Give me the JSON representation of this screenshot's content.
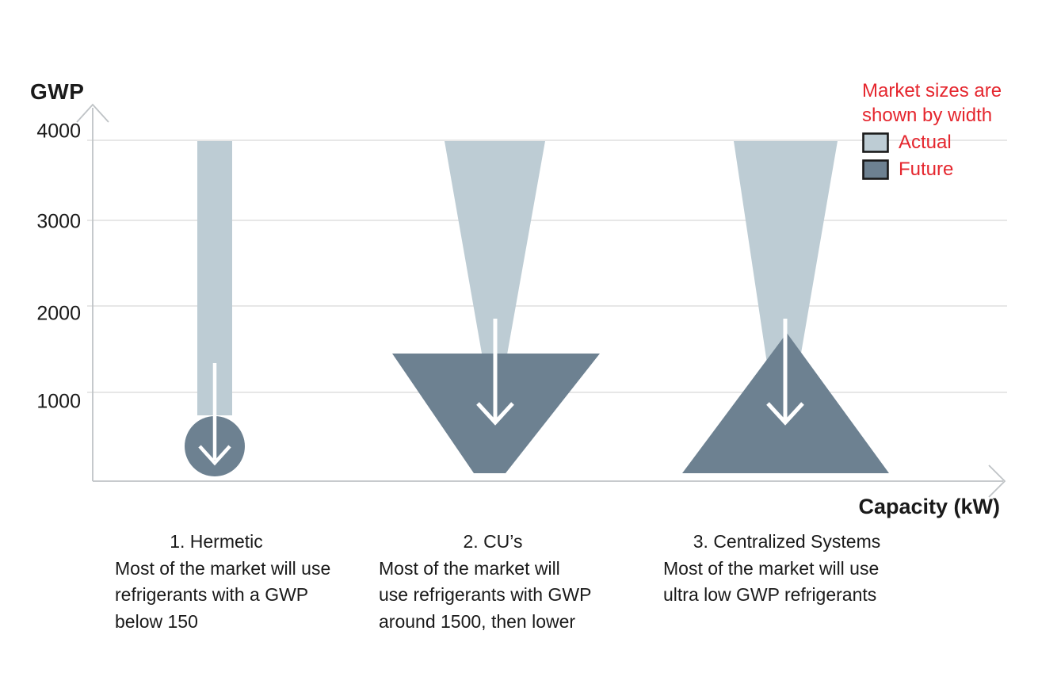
{
  "colors": {
    "actual": "#bdccd4",
    "future": "#6d8191",
    "arrow": "#ffffff",
    "legend_red": "#e5262e",
    "grid": "#dfdfdf",
    "axis": "#bfc3c6",
    "text": "#1a1a1a",
    "swatch_border": "#1a1a1a"
  },
  "axes": {
    "y_title": "GWP",
    "x_title": "Capacity (kW)",
    "y_ticks": [
      "4000",
      "3000",
      "2000",
      "1000"
    ]
  },
  "legend": {
    "note_line1": "Market sizes are",
    "note_line2": "shown by width",
    "items": [
      {
        "label": "Actual"
      },
      {
        "label": "Future"
      }
    ]
  },
  "captions": [
    {
      "title": "1. Hermetic",
      "lines": [
        "Most of the market will use",
        "refrigerants with a GWP",
        "below 150"
      ]
    },
    {
      "title": "2. CU’s",
      "lines": [
        "Most of the market will",
        "use refrigerants with GWP",
        "around 1500, then lower"
      ]
    },
    {
      "title": "3. Centralized Systems",
      "lines": [
        "Most of the market will use",
        "ultra low GWP refrigerants"
      ]
    }
  ],
  "chart_data": {
    "type": "area",
    "title": "",
    "xlabel": "Capacity (kW)",
    "ylabel": "GWP",
    "ylim": [
      0,
      4300
    ],
    "yticks": [
      1000,
      2000,
      3000,
      4000
    ],
    "grid": true,
    "legend_position": "top-right",
    "legend_note": "Market sizes are shown by width",
    "encoding_note": "Market size encoded by shape width; vertical extent encodes GWP range; white arrows indicate GWP moving downward",
    "series": [
      {
        "name": "Actual",
        "color": "#bdccd4",
        "shapes": [
          {
            "category": "1. Hermetic",
            "shape": "narrow vertical bar",
            "gwp_range": [
              850,
              4000
            ],
            "width": "narrow, constant"
          },
          {
            "category": "2. CU's",
            "shape": "downward-tapering wedge",
            "gwp_range": [
              650,
              4000
            ],
            "width": "wide at GWP 4000, narrows toward bottom"
          },
          {
            "category": "3. Centralized Systems",
            "shape": "downward-tapering wedge",
            "gwp_range": [
              200,
              4000
            ],
            "width": "wide at GWP 4000, narrows toward bottom"
          }
        ]
      },
      {
        "name": "Future",
        "color": "#6d8191",
        "shapes": [
          {
            "category": "1. Hermetic",
            "shape": "small circle at bottom",
            "gwp_range": [
              0,
              750
            ]
          },
          {
            "category": "2. CU's",
            "shape": "inverted funnel / trapezoid",
            "gwp_range": [
              0,
              1500
            ],
            "width": "widest at GWP 1500, narrow at 0"
          },
          {
            "category": "3. Centralized Systems",
            "shape": "upright triangle",
            "gwp_range": [
              0,
              1750
            ],
            "width": "widest at GWP 0"
          }
        ]
      }
    ],
    "annotations": [
      "1. Hermetic — Most of the market will use refrigerants with a GWP below 150",
      "2. CU's — Most of the market will use refrigerants with GWP around 1500, then lower",
      "3. Centralized Systems — Most of the market will use ultra low GWP refrigerants"
    ]
  }
}
